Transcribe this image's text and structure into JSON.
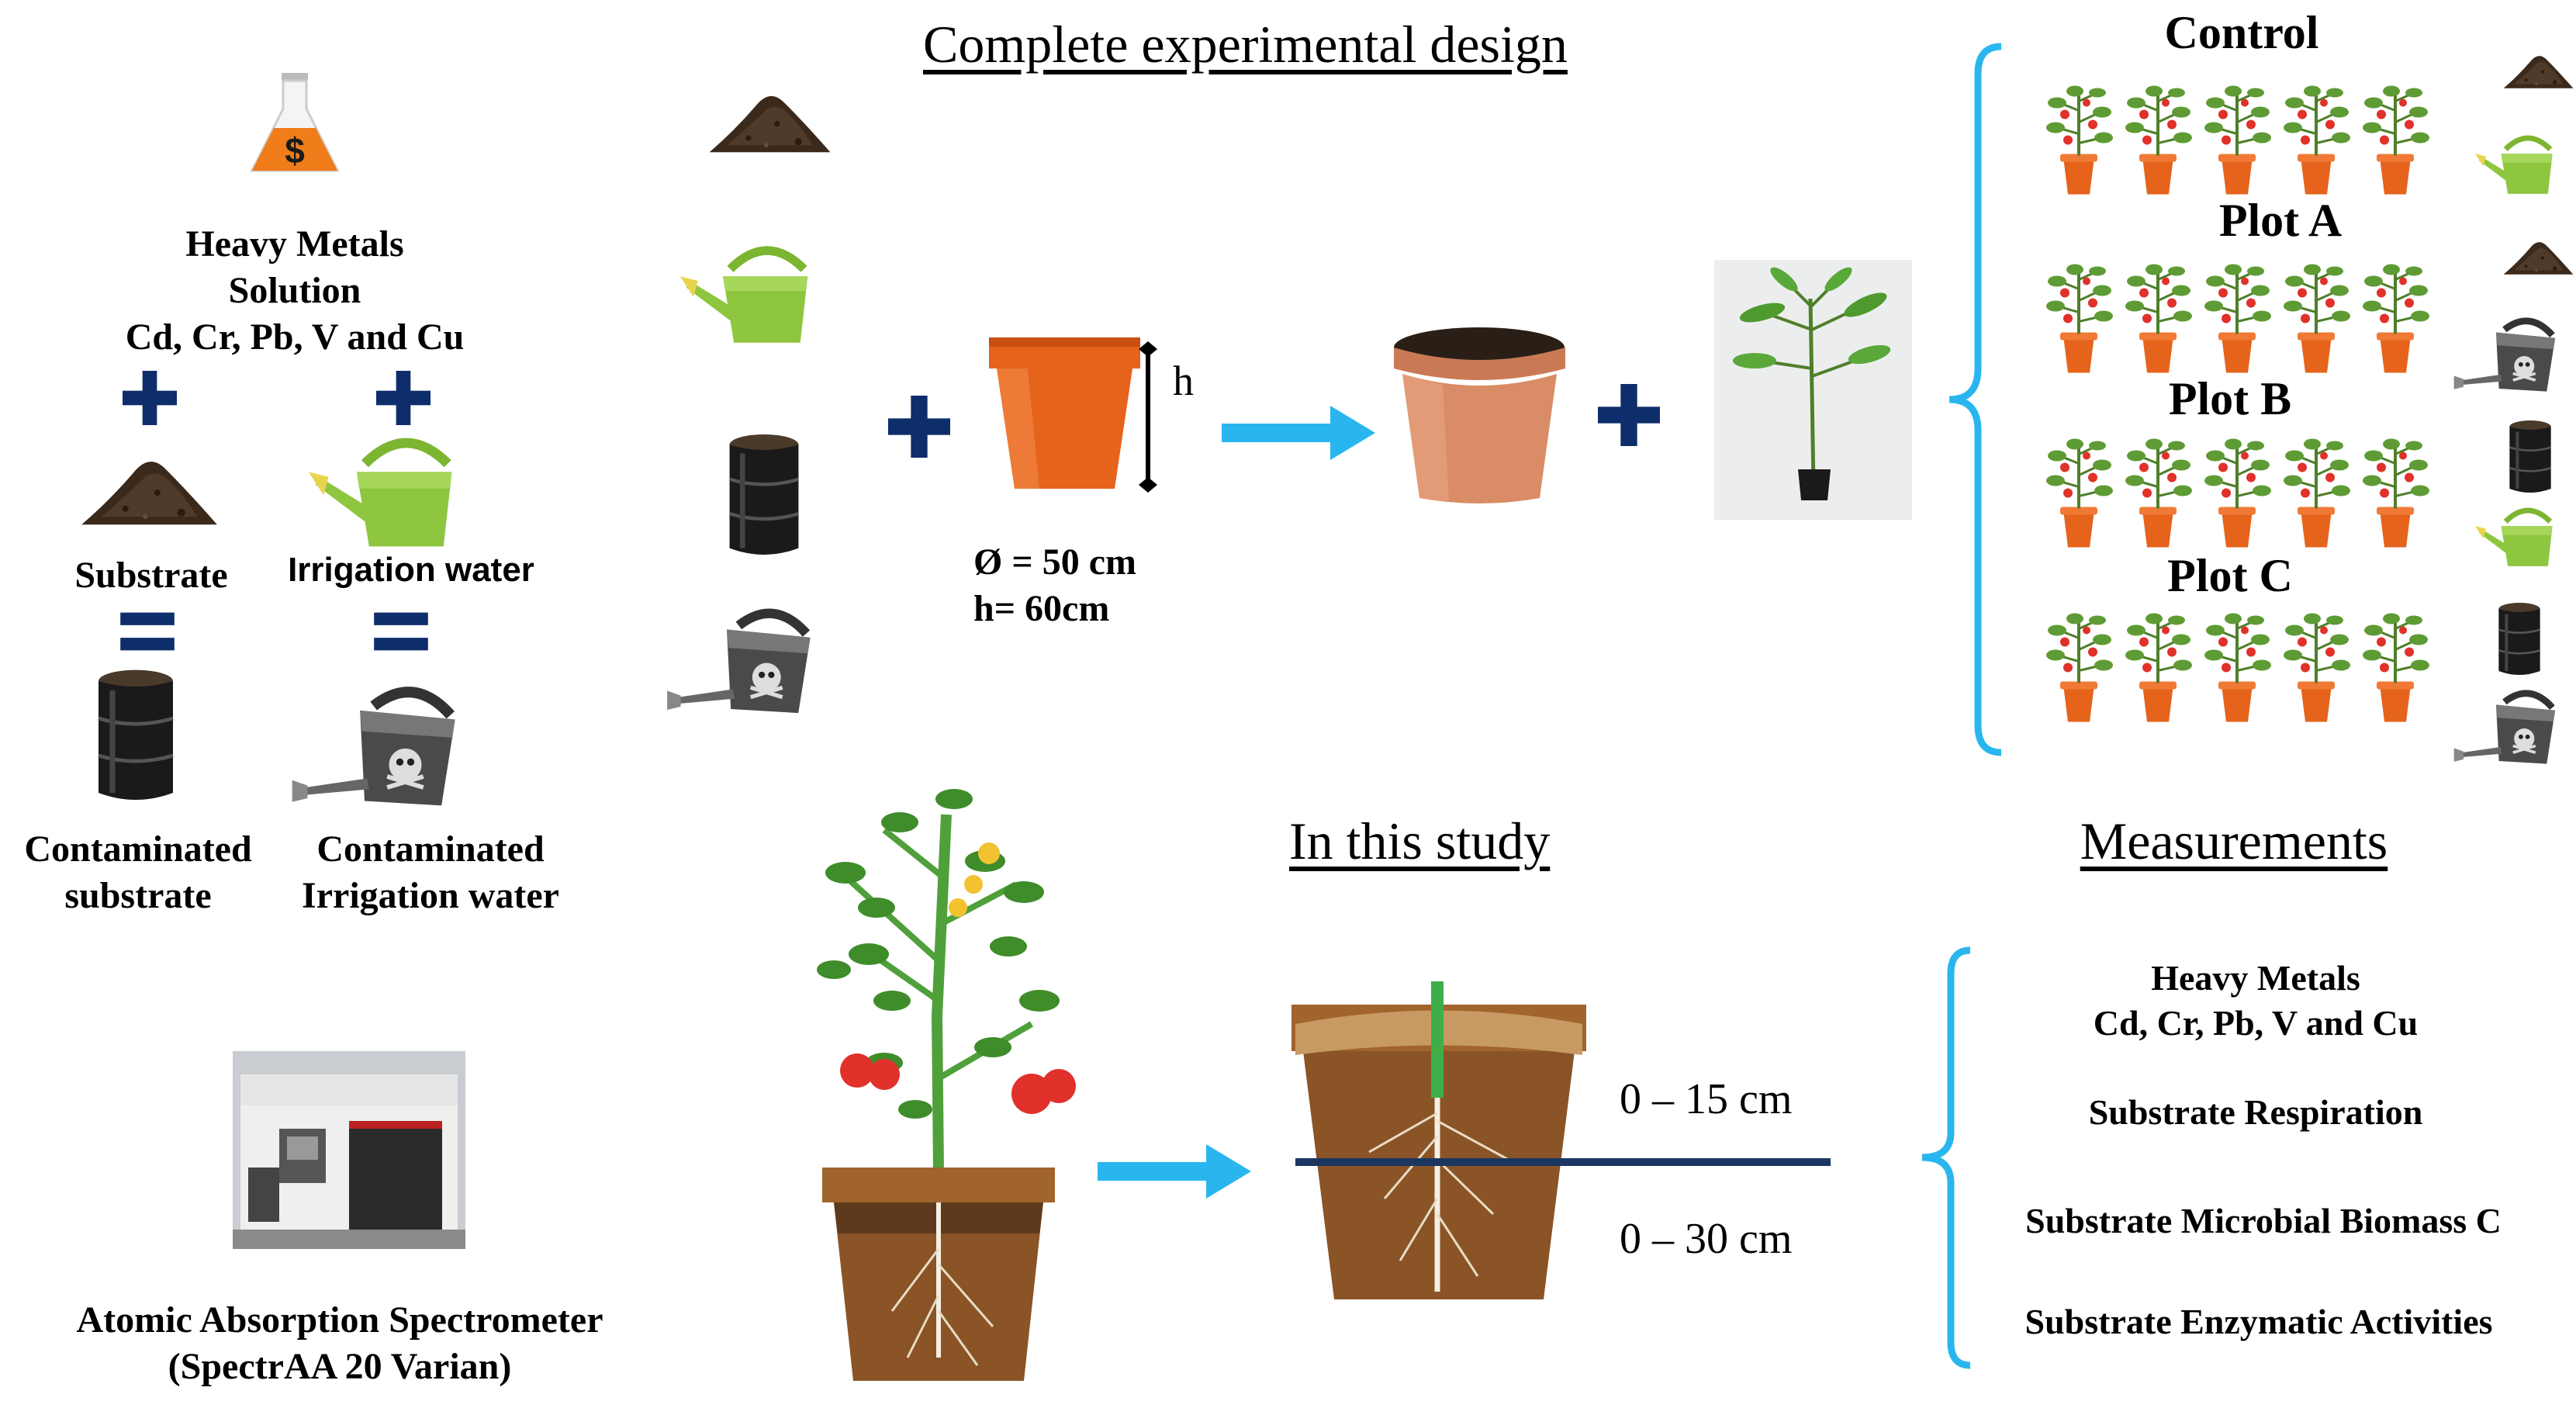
{
  "title": "Complete experimental design",
  "left_panel": {
    "solution_icon": "flask-icon",
    "solution_label_lines": [
      "Heavy Metals",
      "Solution",
      "Cd, Cr, Pb, V and Cu"
    ],
    "substrate_label": "Substrate",
    "irrigation_label": "Irrigation water",
    "contaminated_substrate_lines": [
      "Contaminated",
      "substrate"
    ],
    "contaminated_irrigation_lines": [
      "Contaminated",
      "Irrigation water"
    ],
    "instrument_label_lines": [
      "Atomic Absorption Spectrometer",
      "(SpectrAA 20 Varian)"
    ]
  },
  "pot_spec": {
    "height_symbol": "h",
    "diameter_label": "Ø = 50 cm",
    "height_label": "h= 60cm"
  },
  "plots": [
    {
      "label": "Control",
      "substrate": "soil-icon",
      "water": "watering-can-icon"
    },
    {
      "label": "Plot A",
      "substrate": "soil-icon",
      "water": "toxic-watering-can-icon"
    },
    {
      "label": "Plot B",
      "substrate": "barrel-icon",
      "water": "watering-can-icon"
    },
    {
      "label": "Plot C",
      "substrate": "barrel-icon",
      "water": "toxic-watering-can-icon"
    }
  ],
  "study": {
    "heading": "In this study",
    "depth_top": "0 – 15 cm",
    "depth_bottom": "0 – 30 cm"
  },
  "measurements": {
    "heading": "Measurements",
    "items": [
      [
        "Heavy Metals",
        "Cd, Cr, Pb, V and Cu"
      ],
      [
        "Substrate Respiration"
      ],
      [
        "Substrate Microbial Biomass C"
      ],
      [
        "Substrate Enzymatic Activities"
      ]
    ]
  },
  "colors": {
    "plus": "#0e2d6b",
    "arrow": "#29b6ef",
    "bracket": "#29b6ef",
    "pot": "#e5631b",
    "soil": "#3b2a1c",
    "leaf": "#6aa53a",
    "can_green": "#8ec63f",
    "barrel": "#1a1a1a"
  }
}
